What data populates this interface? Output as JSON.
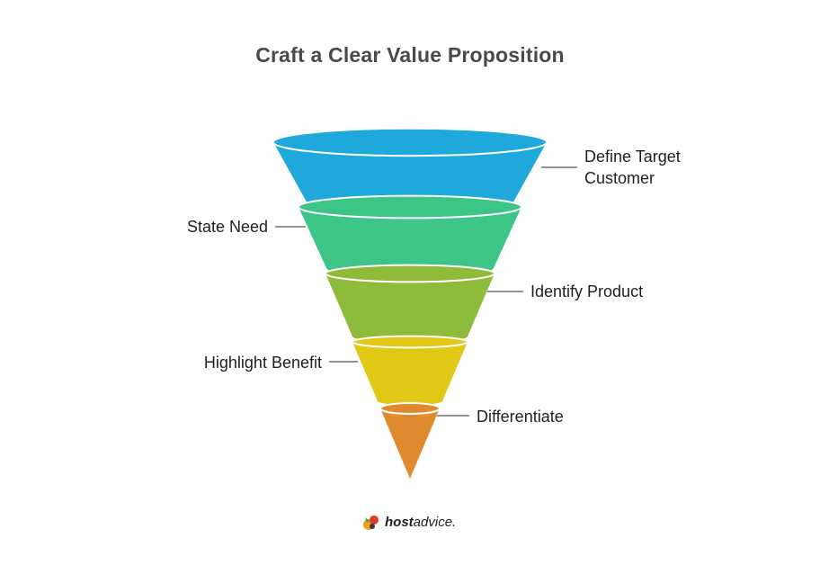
{
  "title": "Craft a Clear Value Proposition",
  "stages": [
    {
      "label_lines": [
        "Define Target",
        "Customer"
      ],
      "color": "#1EA8DC",
      "color_dark": "#1892C0",
      "side": "right"
    },
    {
      "label_lines": [
        "State Need"
      ],
      "color": "#3CC586",
      "color_dark": "#31AE74",
      "side": "left"
    },
    {
      "label_lines": [
        "Identify Product"
      ],
      "color": "#8FBB3A",
      "color_dark": "#7CA52E",
      "side": "right"
    },
    {
      "label_lines": [
        "Highlight Benefit"
      ],
      "color": "#E1C916",
      "color_dark": "#C9B10E",
      "side": "left"
    },
    {
      "label_lines": [
        "Differentiate"
      ],
      "color": "#E08A30",
      "color_dark": "#C87625",
      "side": "right"
    }
  ],
  "leader_color": "#555555",
  "brand": {
    "host": "host",
    "advice": "advice."
  }
}
